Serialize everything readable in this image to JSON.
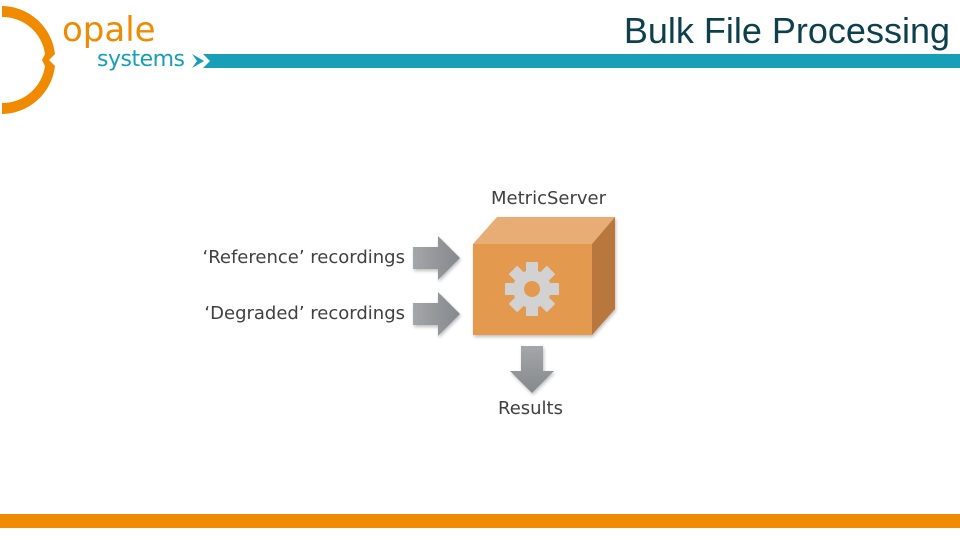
{
  "header": {
    "title": "Bulk File Processing",
    "bar_color": "#169fb6"
  },
  "logo": {
    "word1": "opale",
    "word2": "systems",
    "primary_color": "#f08a00",
    "secondary_color": "#169fb6"
  },
  "diagram": {
    "inputs": [
      {
        "label": "‘Reference’ recordings",
        "icon": "arrow-right-icon"
      },
      {
        "label": "‘Degraded’ recordings",
        "icon": "arrow-right-icon"
      }
    ],
    "processor": {
      "label": "MetricServer",
      "icon": "gear-icon",
      "color": "#e39a4f"
    },
    "output": {
      "label": "Results",
      "icon": "arrow-down-icon"
    }
  },
  "footer": {
    "bar_color": "#f08a00"
  }
}
